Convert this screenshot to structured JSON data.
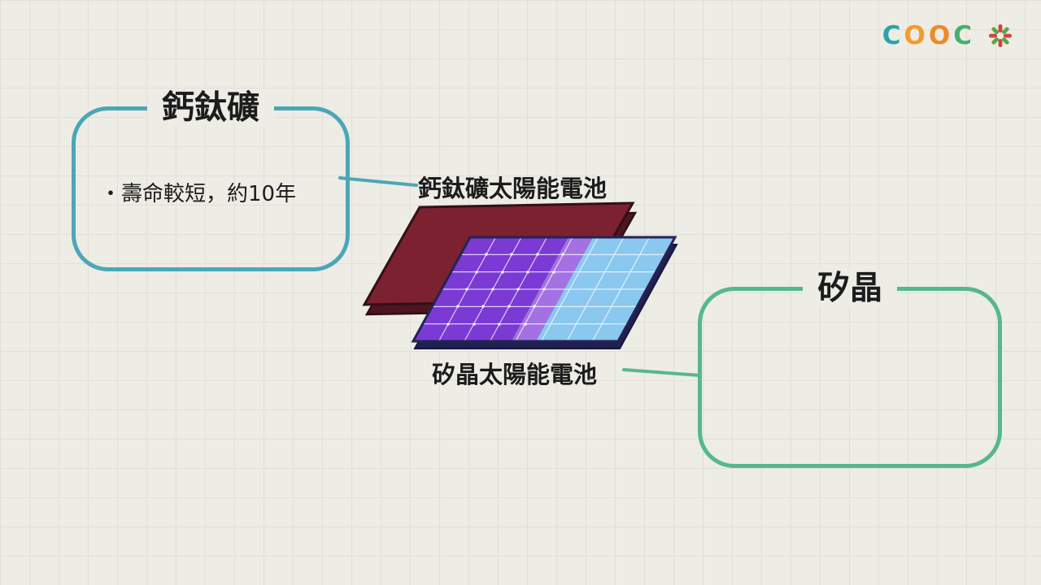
{
  "canvas": {
    "background": "#edece5",
    "grid_line": "#e1dfd6"
  },
  "logo": {
    "text": "COOC",
    "letters": [
      {
        "char": "C",
        "color": "#2aa4a9"
      },
      {
        "char": "O",
        "color": "#f39b2d"
      },
      {
        "char": "O",
        "color": "#ee8a2a"
      },
      {
        "char": "C",
        "color": "#47ae72"
      }
    ],
    "icon": {
      "name": "pinwheel-icon",
      "red": "#d4443c",
      "green": "#5ba548"
    }
  },
  "perovskite_box": {
    "title": "鈣鈦礦",
    "bullet": "・壽命較短，約10年",
    "border_color": "#4ba7b7"
  },
  "silicon_box": {
    "title": "矽晶",
    "border_color": "#55b88c"
  },
  "diagram": {
    "perovskite_panel_label": "鈣鈦礦太陽能電池",
    "silicon_panel_label": "矽晶太陽能電池",
    "colors": {
      "perovskite_panel": "#7c2130",
      "perovskite_panel_side": "#4e1520",
      "silicon_panel": "#8ac8f0",
      "silicon_panel_side": "#202050",
      "overlap_purple": "#7b3ad4",
      "overlap_light_purple": "#a471e3"
    }
  }
}
